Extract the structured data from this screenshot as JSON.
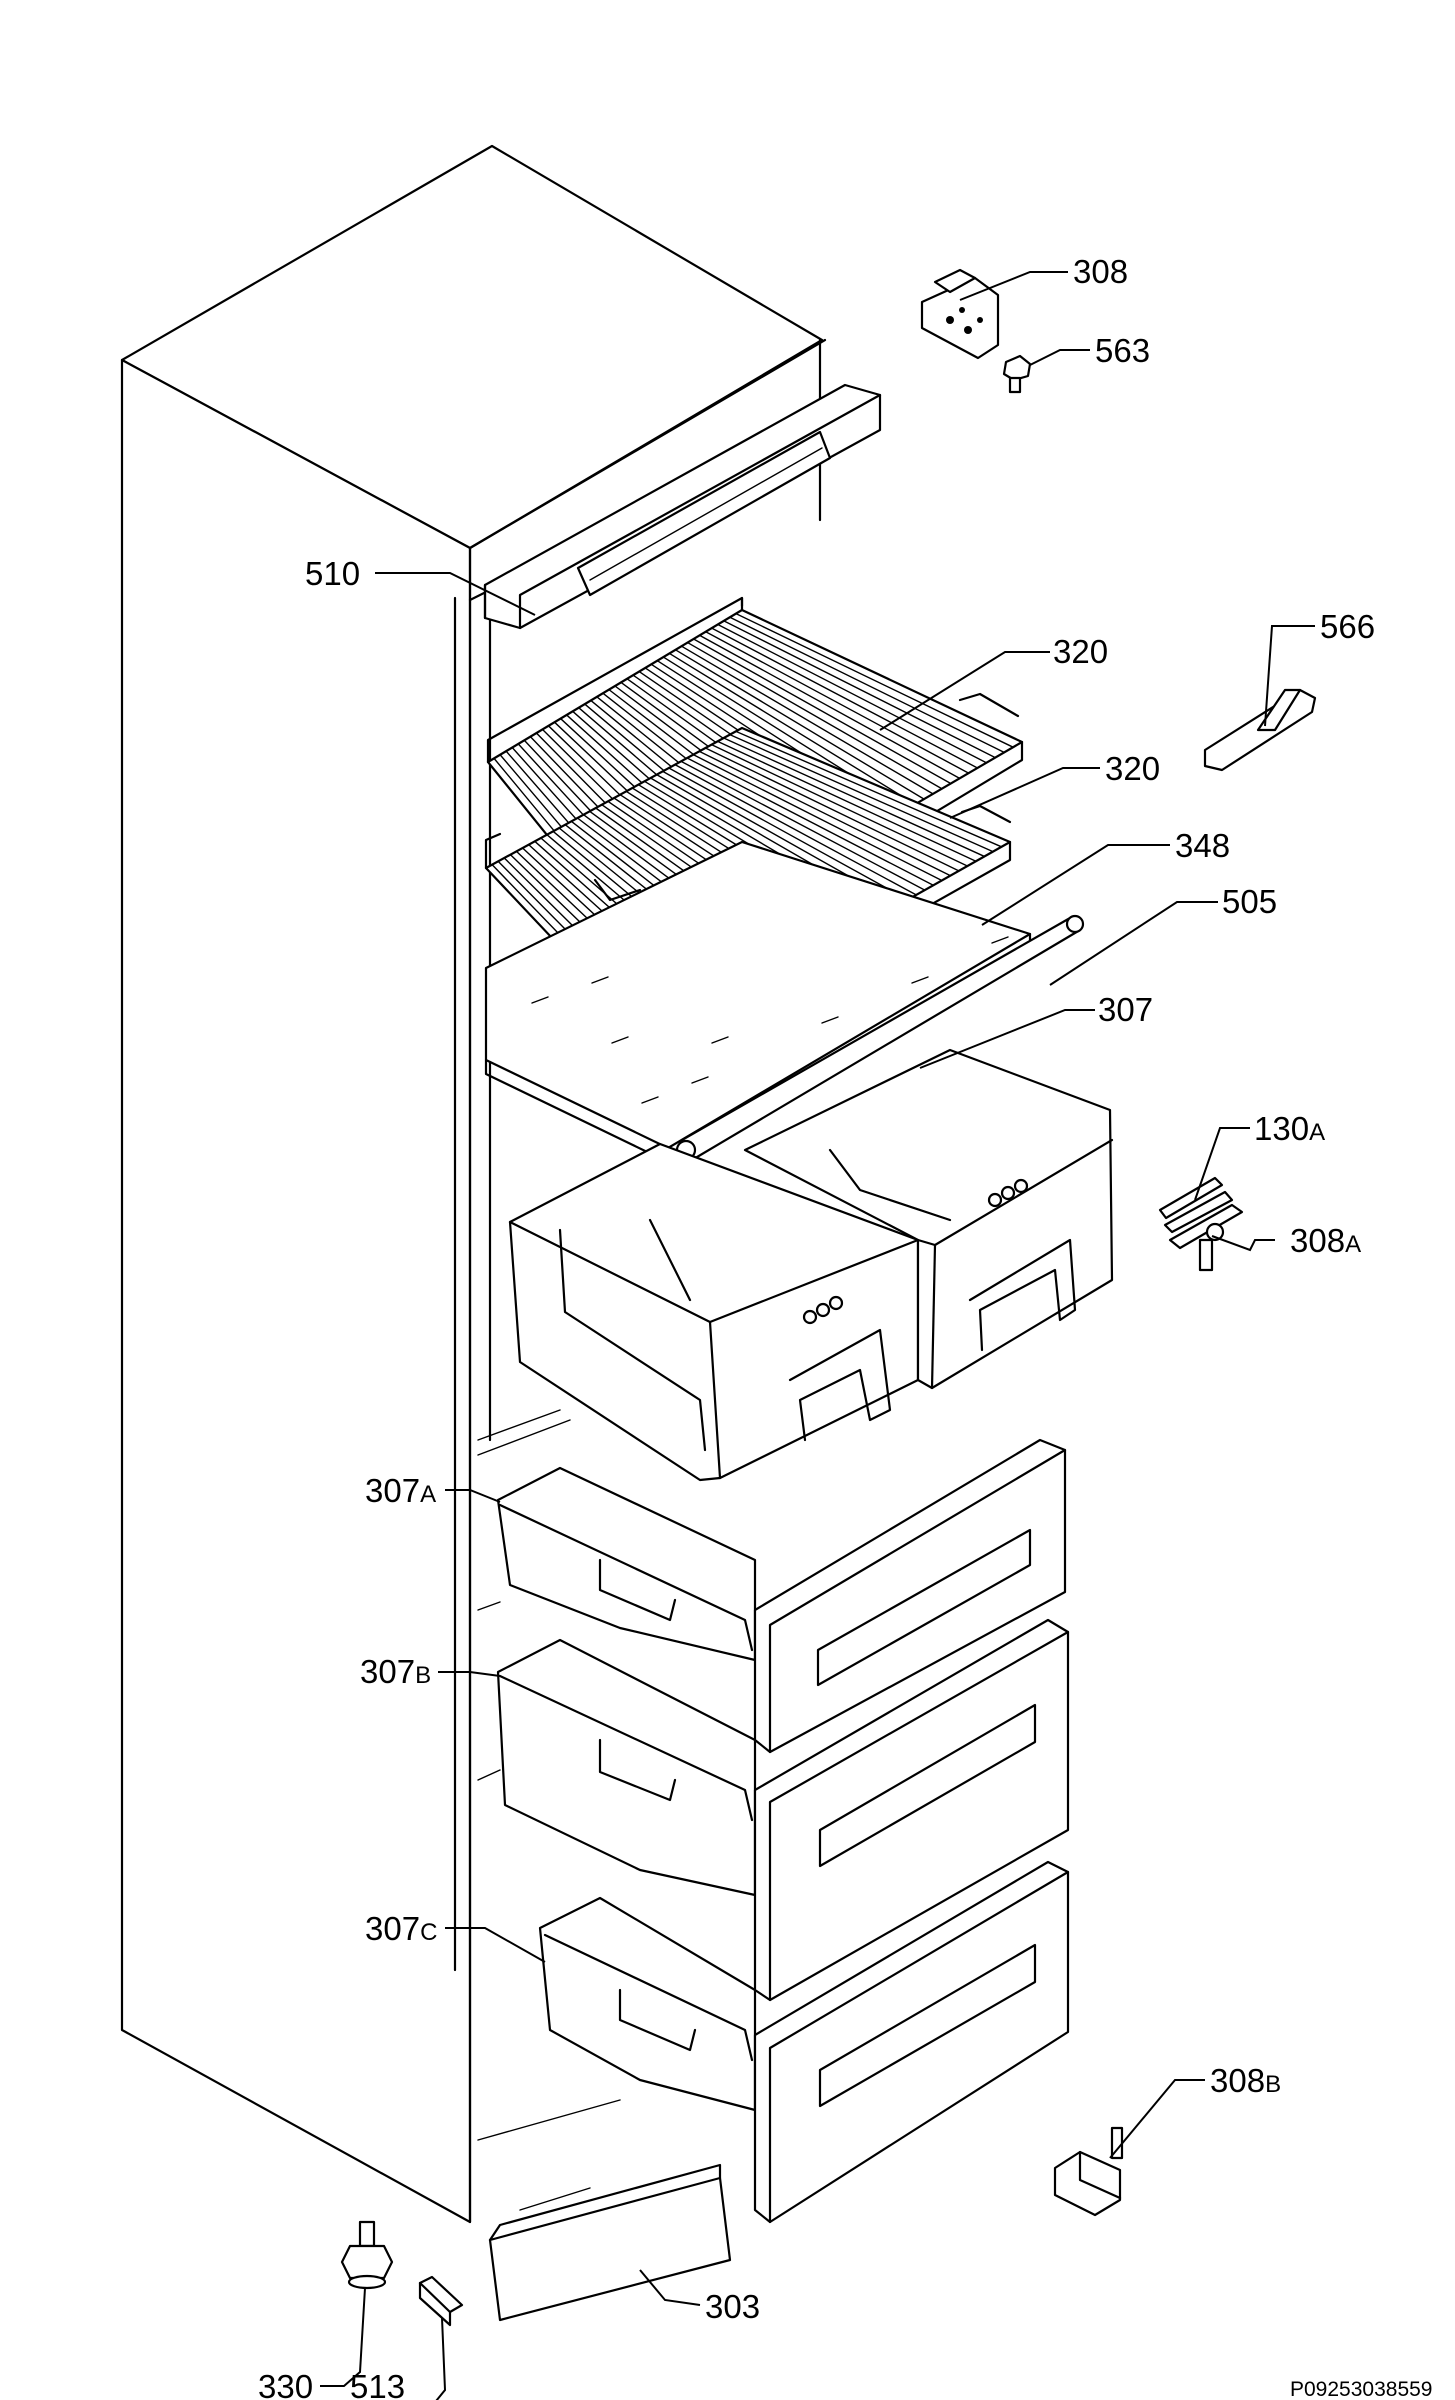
{
  "doc_code": "P09253038559",
  "labels": {
    "l308": "308",
    "l563": "563",
    "l510": "510",
    "l566": "566",
    "l320a": "320",
    "l320b": "320",
    "l348": "348",
    "l505": "505",
    "l307": "307",
    "l130a": {
      "num": "130",
      "suf": "A"
    },
    "l308a": {
      "num": "308",
      "suf": "A"
    },
    "l307a": {
      "num": "307",
      "suf": "A"
    },
    "l307b": {
      "num": "307",
      "suf": "B"
    },
    "l307c": {
      "num": "307",
      "suf": "C"
    },
    "l308b": {
      "num": "308",
      "suf": "B"
    },
    "l330": "330",
    "l513": "513",
    "l303": "303"
  }
}
